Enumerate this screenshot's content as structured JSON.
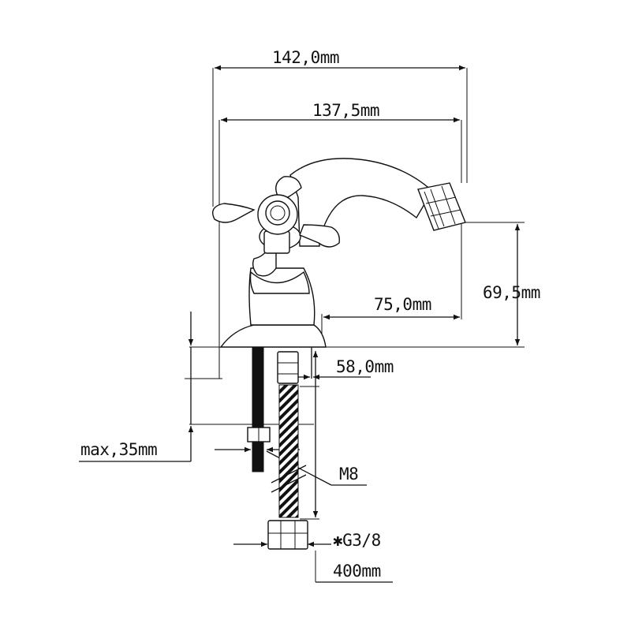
{
  "dimensions": {
    "overall_width": "142,0mm",
    "body_width": "137,5mm",
    "spout_height": "69,5mm",
    "spout_reach": "75,0mm",
    "base_diameter": "58,0mm",
    "max_thickness": "max,35mm",
    "stud_thread": "M8",
    "hose_thread": "✱G3/8",
    "hose_length": "400mm"
  },
  "colors": {
    "line": "#111111",
    "background": "#ffffff"
  }
}
